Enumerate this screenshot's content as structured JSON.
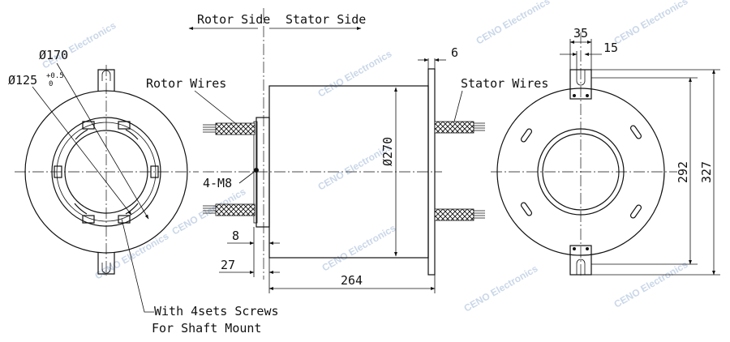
{
  "labels": {
    "rotor_side": "Rotor Side",
    "stator_side": "Stator Side",
    "rotor_wires": "Rotor Wires",
    "stator_wires": "Stator Wires",
    "screws_line1": "With 4sets Screws",
    "screws_line2": "For Shaft Mount",
    "bolt_holes": "4-M8"
  },
  "dimensions": {
    "d170": "Ø170",
    "d125": "Ø125",
    "d125_tol_upper": "+0.5",
    "d125_tol_lower": "0",
    "d270": "Ø270",
    "flange_thickness": "6",
    "d8": "8",
    "d27": "27",
    "length": "264",
    "d35": "35",
    "d15": "15",
    "d292": "292",
    "d327": "327"
  },
  "watermark": "CENO Electronics"
}
